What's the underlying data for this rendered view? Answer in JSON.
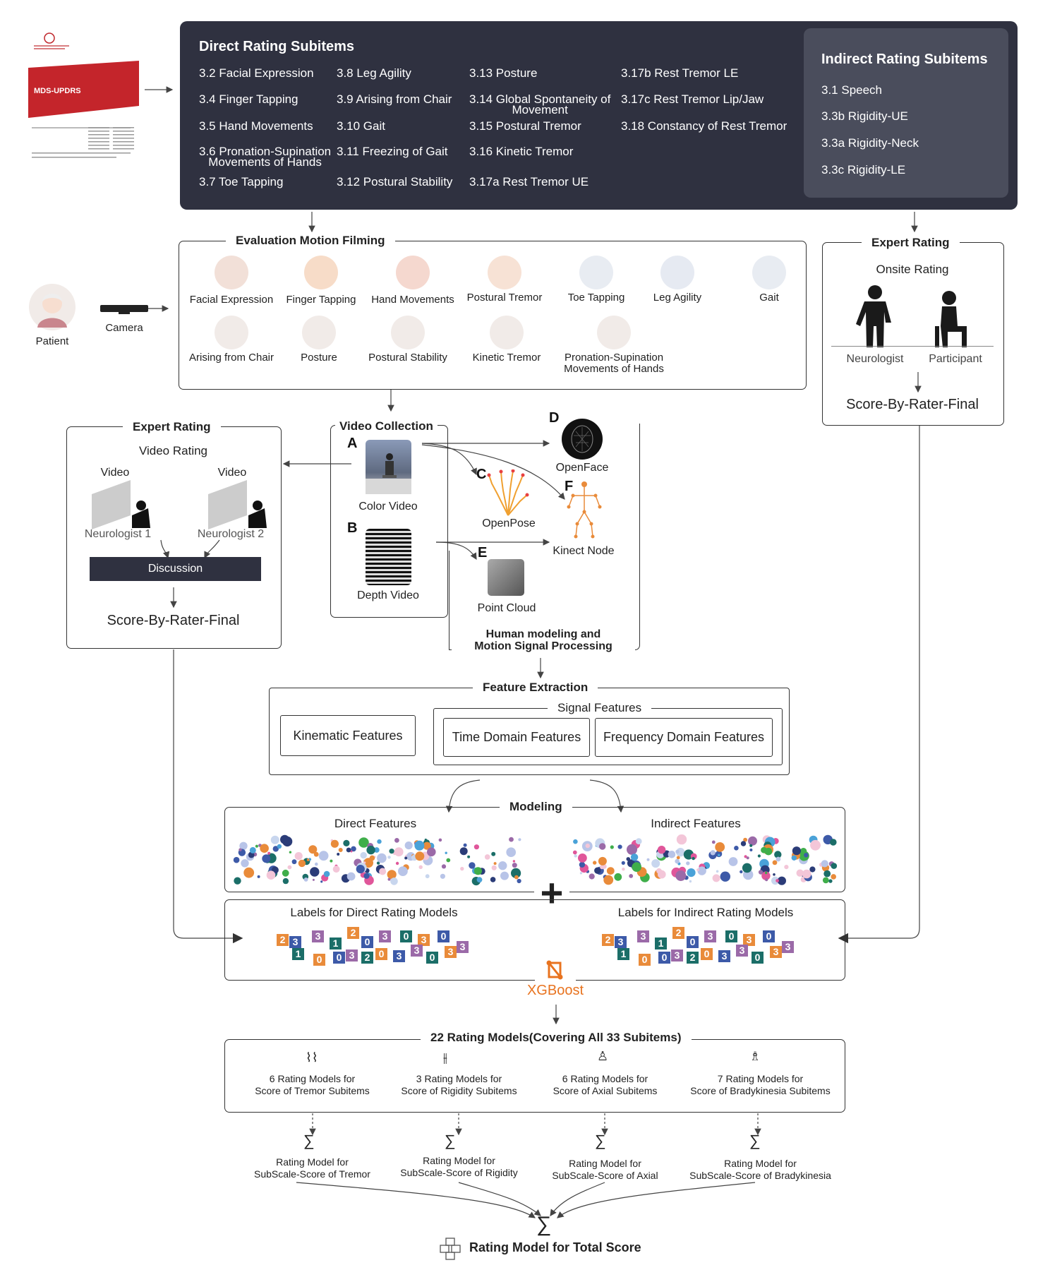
{
  "mds_cover": {
    "title": "MDS-UPDRS"
  },
  "direct_subitems": {
    "title": "Direct Rating Subitems",
    "items": [
      [
        "3.2 Facial Expression",
        "3.8 Leg Agility",
        "3.13 Posture",
        "3.17b Rest Tremor LE"
      ],
      [
        "3.4 Finger Tapping",
        "3.9 Arising from Chair",
        "3.14 Global Spontaneity of\nMovement",
        "3.17c Rest Tremor Lip/Jaw"
      ],
      [
        "3.5 Hand Movements",
        "3.10 Gait",
        "3.15 Postural Tremor",
        "3.18 Constancy of Rest Tremor"
      ],
      [
        "3.6 Pronation-Supination\nMovements of Hands",
        "3.11 Freezing of Gait",
        "3.16 Kinetic Tremor",
        ""
      ],
      [
        "3.7 Toe Tapping",
        "3.12 Postural Stability",
        "3.17a Rest Tremor UE",
        ""
      ]
    ]
  },
  "indirect_subitems": {
    "title": "Indirect Rating Subitems",
    "items": [
      "3.1 Speech",
      "3.3b Rigidity-UE",
      "3.3a Rigidity-Neck",
      "3.3c Rigidity-LE"
    ]
  },
  "filming": {
    "title": "Evaluation Motion Filming",
    "patient": "Patient",
    "camera": "Camera",
    "row1": [
      "Facial Expression",
      "Finger Tapping",
      "Hand Movements",
      "Postural Tremor",
      "Toe Tapping",
      "Leg Agility",
      "Gait"
    ],
    "row2": [
      "Arising from Chair",
      "Posture",
      "Postural Stability",
      "Kinetic Tremor",
      "Pronation-Supination\nMovements of Hands"
    ]
  },
  "expert_onsite": {
    "title": "Expert Rating",
    "subtitle": "Onsite Rating",
    "neurologist": "Neurologist",
    "participant": "Participant",
    "result": "Score-By-Rater-Final"
  },
  "expert_video": {
    "title": "Expert Rating",
    "subtitle": "Video Rating",
    "video1": "Video",
    "video2": "Video",
    "neuro1": "Neurologist 1",
    "neuro2": "Neurologist 2",
    "discussion": "Discussion",
    "result": "Score-By-Rater-Final"
  },
  "video_collection": {
    "title": "Video Collection",
    "color": "Color Video",
    "depth": "Depth Video",
    "A": "A",
    "B": "B",
    "C": "C",
    "D": "D",
    "E": "E",
    "F": "F",
    "openface": "OpenFace",
    "openpose": "OpenPose",
    "kinect": "Kinect Node",
    "pointcloud": "Point Cloud",
    "processing": "Human modeling and\nMotion Signal Processing"
  },
  "feature_extraction": {
    "title": "Feature Extraction",
    "signal": "Signal Features",
    "kinematic": "Kinematic Features",
    "time": "Time Domain Features",
    "frequency": "Frequency Domain Features"
  },
  "modeling": {
    "title": "Modeling",
    "direct": "Direct Features",
    "indirect": "Indirect Features",
    "plus": "+",
    "labels_direct": "Labels for Direct Rating Models",
    "labels_indirect": "Labels for Indirect Rating Models",
    "xgboost": "XGBoost",
    "label_digits": [
      "2",
      "3",
      "3",
      "1",
      "2",
      "0",
      "3",
      "0",
      "3",
      "0",
      "3",
      "1",
      "0",
      "0",
      "3",
      "2",
      "0",
      "3",
      "3",
      "0",
      "3"
    ]
  },
  "rating_models": {
    "title": "22 Rating Models(Covering All 33 Subitems)",
    "groups": [
      "6 Rating Models for\nScore of Tremor Subitems",
      "3 Rating Models for\nScore of Rigidity Subitems",
      "6 Rating Models for\nScore of Axial Subitems",
      "7 Rating Models for\nScore of Bradykinesia Subitems"
    ],
    "subscales": [
      "Rating Model for\nSubScale-Score of Tremor",
      "Rating Model for\nSubScale-Score of Rigidity",
      "Rating Model for\nSubScale-Score of Axial",
      "Rating Model for\nSubScale-Score of Bradykinesia"
    ],
    "sigma": "∑",
    "total": "Rating Model for Total Score"
  },
  "colors": {
    "dark_panel": "#2f3140",
    "indirect_panel": "#4a4d5c",
    "xgboost": "#e8731f",
    "blue": "#3d5aa8",
    "orange": "#e98b3a",
    "teal": "#1b6e68",
    "purple": "#9b6aa8"
  }
}
